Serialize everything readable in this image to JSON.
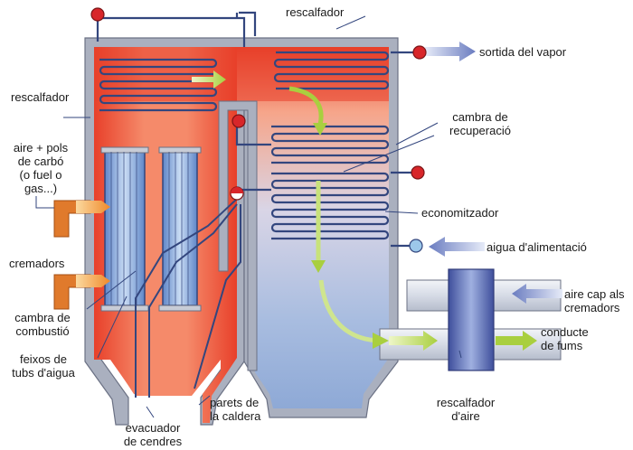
{
  "labels": {
    "reheater_top": "rescalfador",
    "steam_outlet": "sortida del vapor",
    "reheater_left": "rescalfador",
    "recovery_chamber_line1": "cambra de",
    "recovery_chamber_line2": "recuperació",
    "fuel_line1": "aire + pols",
    "fuel_line2": "de carbó",
    "fuel_line3": "(o fuel o",
    "fuel_line4": "gas...)",
    "economizer": "economitzador",
    "feed_water": "aigua d'alimentació",
    "burners": "cremadors",
    "burner_air_line1": "aire cap als",
    "burner_air_line2": "cremadors",
    "combustion_chamber_line1": "cambra de",
    "combustion_chamber_line2": "combustió",
    "flue_line1": "conducte",
    "flue_line2": "de fums",
    "water_tubes_line1": "feixos de",
    "water_tubes_line2": "tubs d'aigua",
    "boiler_walls_line1": "parets de",
    "boiler_walls_line2": "la caldera",
    "air_heater_line1": "rescalfador",
    "air_heater_line2": "d'aire",
    "ash_line1": "evacuador",
    "ash_line2": "de cendres"
  },
  "colors": {
    "hot": "#e8402a",
    "warm": "#f7a98a",
    "cool": "#9eb6dc",
    "pipe": "#33467e",
    "wall": "#9fa5b5",
    "valve": "#d8262a",
    "feed_valve": "#9cc8ea",
    "gas_arrow": "#a9cf3f",
    "blue_arrow": "#6a7cc0",
    "fuel_nozzle": "#e07a2c",
    "air_heater": "#4a5aa6"
  }
}
